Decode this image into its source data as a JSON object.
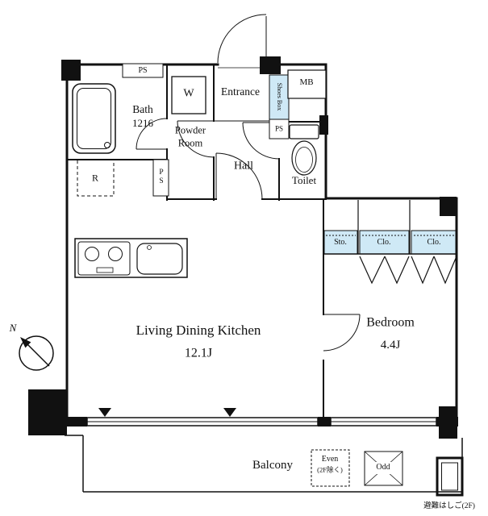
{
  "colors": {
    "wall": "#111111",
    "closet_fill": "#cfe9f6",
    "background": "#ffffff"
  },
  "rooms": {
    "entrance": {
      "label": "Entrance"
    },
    "hall": {
      "label": "Hall"
    },
    "toilet": {
      "label": "Toilet"
    },
    "bath": {
      "label": "Bath",
      "size": "1216"
    },
    "powder_room": {
      "line1": "Powder",
      "line2": "Room"
    },
    "ldk": {
      "label": "Living Dining Kitchen",
      "size": "12.1J"
    },
    "bedroom": {
      "label": "Bedroom",
      "size": "4.4J"
    },
    "balcony": {
      "label": "Balcony"
    }
  },
  "fixtures": {
    "ps_top": {
      "label": "PS"
    },
    "ps_entrance": {
      "label": "PS"
    },
    "ps_hall": {
      "label": "PS"
    },
    "washing_machine": {
      "label": "W"
    },
    "shoes_box": {
      "label": "Shoes Box"
    },
    "meter_box": {
      "label": "MB"
    },
    "refrigerator": {
      "label": "R"
    },
    "storage": {
      "label": "Sto."
    },
    "closet_left": {
      "label": "Clo."
    },
    "closet_right": {
      "label": "Clo."
    }
  },
  "annotations": {
    "evacuation_even": {
      "line1": "Even",
      "line2": "(2F除く)"
    },
    "evacuation_odd": {
      "label": "Odd"
    },
    "escape_hatch": {
      "label": "避難はしご(2F)"
    },
    "compass": {
      "label": "N"
    }
  }
}
